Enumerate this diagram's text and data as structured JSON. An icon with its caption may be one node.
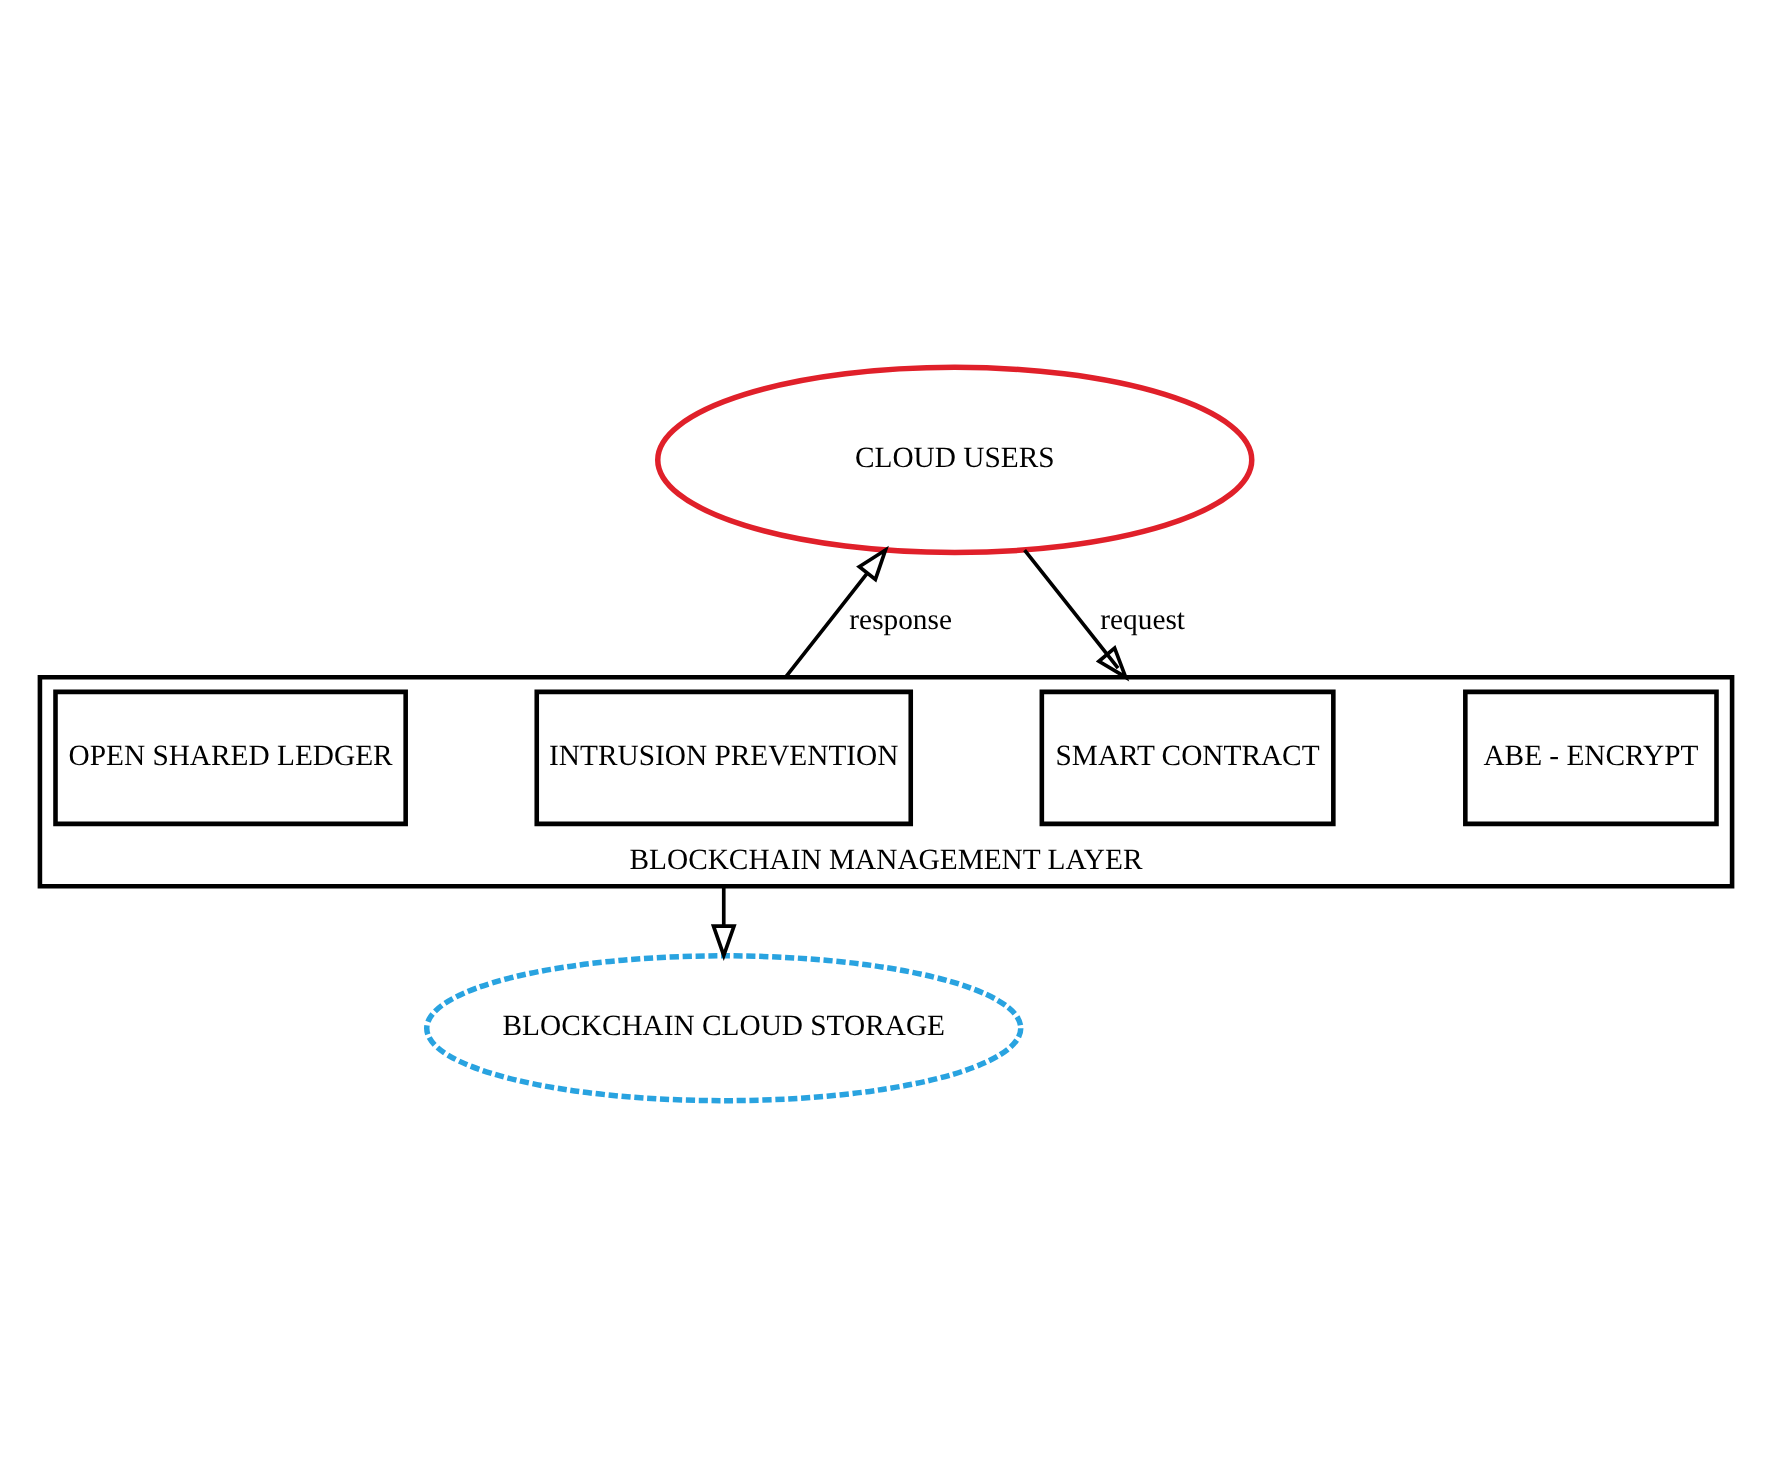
{
  "diagram": {
    "nodes": [
      {
        "text": [
          "CLOUD USERS"
        ]
      },
      {
        "text": [
          "BLOCKCHAIN MANAGEMENT LAYER"
        ]
      },
      {
        "text": [
          "OPEN SHARED LEDGER"
        ],
        "in": 1
      },
      {
        "text": [
          "INTRUSION PREVENTION"
        ],
        "in": 1
      },
      {
        "text": [
          "SMART CONTRACT"
        ],
        "in": 1
      },
      {
        "text": [
          "ABE - ENCRYPT"
        ],
        "in": 1
      },
      {
        "text": [
          "BLOCKCHAIN CLOUD STORAGE"
        ]
      }
    ],
    "edges": [
      {
        "from": 1,
        "to": 0,
        "arrow": "to",
        "label": "response"
      },
      {
        "from": 0,
        "to": 1,
        "arrow": "to",
        "label": "request"
      },
      {
        "from": 1,
        "to": 6,
        "arrow": "to"
      }
    ]
  }
}
